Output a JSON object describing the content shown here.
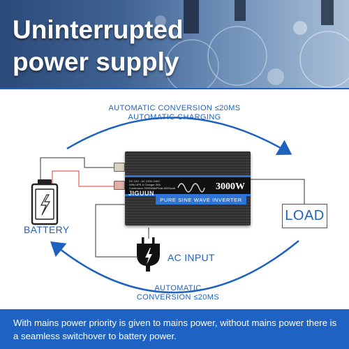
{
  "hero": {
    "title_line1": "Uninterrupted",
    "title_line2": "power supply"
  },
  "diagram": {
    "top_label_line1": "AUTOMATIC CONVERSION ≤20MS",
    "top_label_line2": "AUTOMATIC CHARGING",
    "bottom_label_line1": "AUTOMATIC",
    "bottom_label_line2": "CONVERSION ≤20MS",
    "battery_label": "BATTERY",
    "ac_input_label": "AC INPUT",
    "load_label": "LOAD"
  },
  "inverter": {
    "spec_line1": "DC 24V - AC 220V-240V",
    "spec_line2": "With UPS & Charger 20A",
    "spec_line3": "Continuous 3000Watt/Peak 6000watt",
    "brand": "JIGUUN",
    "power": "3000W",
    "type": "PURE SINE WAVE INVERTER"
  },
  "banner": {
    "text": "With mains power priority is given to mains power, without mains power there is a seamless switchover to battery power."
  },
  "colors": {
    "accent_blue": "#1e63c4",
    "label_blue": "#1e62c0",
    "wire_red": "#e53935"
  },
  "icons": [
    "battery-icon",
    "plug-icon",
    "sine-wave-icon"
  ]
}
